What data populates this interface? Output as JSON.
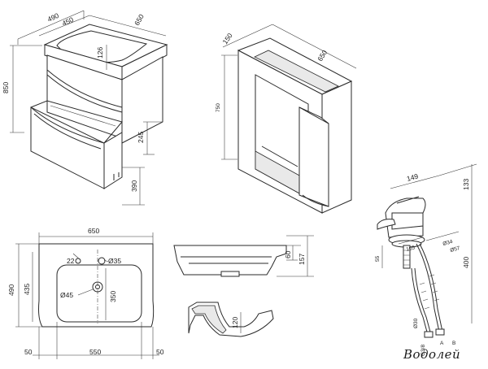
{
  "cabinet_view": {
    "dim_top_depth": "490",
    "dim_top_inner": "450",
    "dim_top_width": "650",
    "dim_height": "850",
    "dim_basin_depth": "126",
    "dim_drawer": "245",
    "dim_leg": "390"
  },
  "mirror_view": {
    "dim_depth": "150",
    "dim_width": "650",
    "dim_height": "750"
  },
  "faucet_view": {
    "dim_spout": "149",
    "dim_top": "133",
    "dim_right": "400",
    "dim_base": "105",
    "dim_d34": "Ø34",
    "dim_d57": "Ø57",
    "dim_left": "55",
    "dim_hose_d": "Ø30",
    "dim_g38": "G3/8",
    "label_a": "A",
    "label_b": "B"
  },
  "top_view": {
    "dim_width": "650",
    "dim_depth": "490",
    "dim_inner_depth": "435",
    "dim_d22": "22",
    "dim_d35": "Ø35",
    "dim_d45": "Ø45",
    "dim_350": "350",
    "dim_left": "50",
    "dim_inner_width": "550",
    "dim_right": "50"
  },
  "section_view": {
    "dim_60": "60",
    "dim_157": "157",
    "dim_120": "120"
  },
  "brand": {
    "logo_text": "Водолей"
  }
}
